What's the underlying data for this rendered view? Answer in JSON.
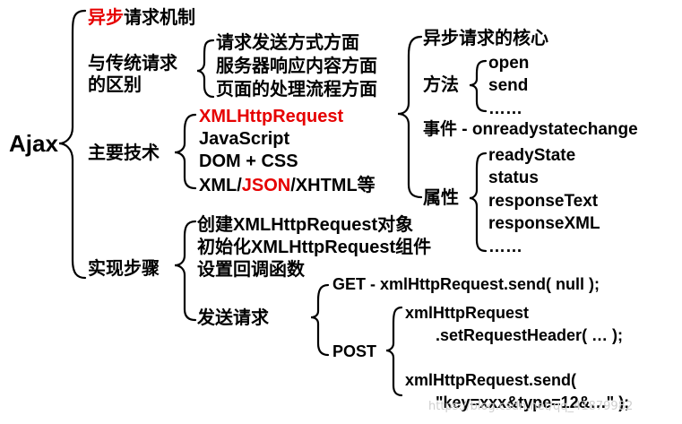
{
  "root": "Ajax",
  "branch1": {
    "prefix": "异步",
    "suffix": "请求机制"
  },
  "branch2": {
    "label_line1": "与传统请求",
    "label_line2": "的区别",
    "items": [
      "请求发送方式方面",
      "服务器响应内容方面",
      "页面的处理流程方面"
    ]
  },
  "branch3": {
    "label": "主要技术",
    "xhr": "XMLHttpRequest",
    "js": "JavaScript",
    "domcss": "DOM + CSS",
    "xml": {
      "part1": "XML/",
      "part2": "JSON",
      "part3": "/XHTML等"
    }
  },
  "core": {
    "title": "异步请求的核心",
    "method_label": "方法",
    "methods": [
      "open",
      "send",
      "……"
    ],
    "event": "事件 - onreadystatechange",
    "prop_label": "属性",
    "props": [
      "readyState",
      "status",
      "responseText",
      "responseXML",
      "……"
    ]
  },
  "branch4": {
    "label": "实现步骤",
    "steps": [
      "创建XMLHttpRequest对象",
      "初始化XMLHttpRequest组件",
      "设置回调函数"
    ],
    "send_label": "发送请求",
    "get": "GET - xmlHttpRequest.send( null );",
    "post_label": "POST",
    "post_lines": [
      "xmlHttpRequest",
      ".setRequestHeader( … );",
      "xmlHttpRequest.send(",
      "\"key=xxx&type=12&…\" );"
    ]
  },
  "watermark": "https://blog.csdn.net/qq_41879982",
  "colors": {
    "highlight": "#e60000",
    "text": "#000000",
    "bracket": "#000000"
  }
}
